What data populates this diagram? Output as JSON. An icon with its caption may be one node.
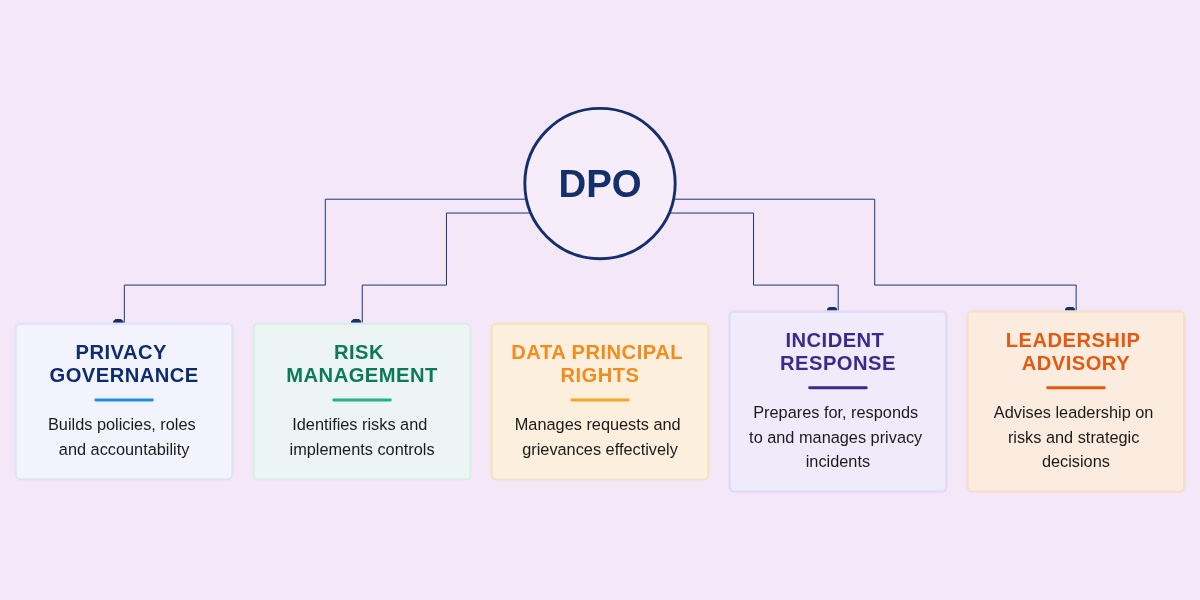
{
  "diagram": {
    "nodes": [
      {
        "text": [
          "DPO"
        ]
      },
      {
        "text": [
          "PRIVACY GOVERNANCE",
          "Builds policies, roles and accountability"
        ]
      },
      {
        "text": [
          "RISK MANAGEMENT",
          "Identifies risks and implements controls"
        ]
      },
      {
        "text": [
          "DATA PRINCIPAL RIGHTS",
          "Manages requests and grievances effectively"
        ]
      },
      {
        "text": [
          "INCIDENT RESPONSE",
          "Prepares for, responds to and manages privacy incidents"
        ]
      },
      {
        "text": [
          "LEADERSHIP ADVISORY",
          "Advises leadership on risks and strategic decisions"
        ]
      }
    ],
    "edges": [
      {
        "from": 0,
        "to": 1,
        "arrow": "other"
      },
      {
        "from": 0,
        "to": 2,
        "arrow": "other"
      },
      {
        "from": 0,
        "to": 4,
        "arrow": "other"
      },
      {
        "from": 0,
        "to": 5,
        "arrow": "other"
      }
    ]
  }
}
